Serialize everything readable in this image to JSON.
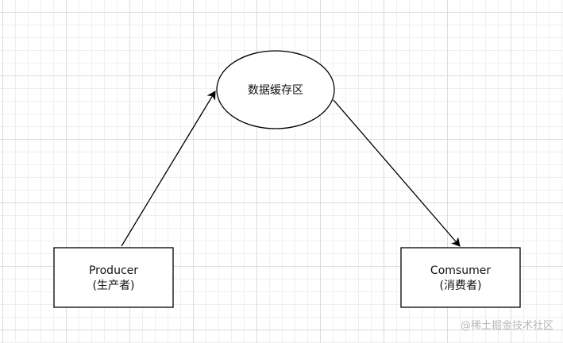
{
  "nodes": {
    "buffer": {
      "label": "数据缓存区"
    },
    "producer": {
      "line1": "Producer",
      "line2": "(生产者)"
    },
    "consumer": {
      "line1": "Comsumer",
      "line2": "(消费者)"
    }
  },
  "edges": [
    {
      "from": "producer",
      "to": "buffer"
    },
    {
      "from": "buffer",
      "to": "consumer"
    }
  ],
  "watermark": "@稀土掘金技术社区",
  "colors": {
    "stroke": "#000000",
    "fill": "#ffffff",
    "grid_major": "#dcdcdc",
    "grid_minor": "#efefef",
    "watermark": "#b8b8b8"
  }
}
